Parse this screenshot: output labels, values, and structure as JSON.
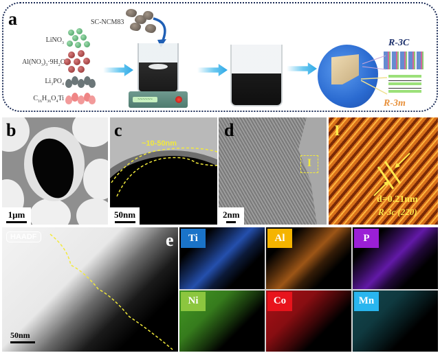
{
  "figure": {
    "panel_a": {
      "letter": "a",
      "precursor_label": "SC-NCM83",
      "reagents": [
        {
          "name": "LiNO3",
          "html": "LiNO<sub>3</sub>",
          "color": "#4fa86b"
        },
        {
          "name": "Al(NO3)3·9H2O",
          "html": "Al(NO<sub>3</sub>)<sub>3</sub>·9H<sub>2</sub>O",
          "color": "#a33a3a"
        },
        {
          "name": "Li3PO4",
          "html": "Li<sub>3</sub>PO<sub>4</sub>",
          "color": "#6b7678"
        },
        {
          "name": "C16H36O4Ti",
          "html": "C<sub>16</sub>H<sub>36</sub>O<sub>4</sub>Ti",
          "color": "#ef8585"
        }
      ],
      "stirrer_display": "~~~~~~",
      "phase_labels": {
        "surface": "R-3C",
        "bulk": "R-3m"
      },
      "colors": {
        "border": "#1a2a55",
        "arrow": "#2ea8e6",
        "particle_shell": "#2e6fd1",
        "particle_core": "#d9c39a",
        "r3c_label": "#1b2f6b",
        "r3m_label": "#e8903a"
      }
    },
    "panel_b": {
      "letter": "b",
      "scale_bar": "1μm"
    },
    "panel_c": {
      "letter": "c",
      "annotation": "~10-50nm",
      "scale_bar": "50nm",
      "annotation_color": "#f2ea3b"
    },
    "panel_d": {
      "letter": "d",
      "roi_label": "I",
      "scale_bar": "2nm"
    },
    "panel_I": {
      "letter": "I",
      "d_spacing": "d=0.21nm",
      "plane": "R-3c (220)",
      "label_color": "#ffe84a"
    },
    "panel_e": {
      "letter": "e",
      "haadf_label": "HAADF",
      "scale_bar": "50nm",
      "eds_maps": [
        {
          "element": "Ti",
          "tag_color": "#1a73c8",
          "signal_color": "#2d63d8"
        },
        {
          "element": "Al",
          "tag_color": "#f5b400",
          "signal_color": "#e07a20"
        },
        {
          "element": "P",
          "tag_color": "#9b1fd6",
          "signal_color": "#7a1fd0"
        },
        {
          "element": "Ni",
          "tag_color": "#8cc63f",
          "signal_color": "#4fb52a"
        },
        {
          "element": "Co",
          "tag_color": "#e8141c",
          "signal_color": "#c8141a"
        },
        {
          "element": "Mn",
          "tag_color": "#29b6ef",
          "signal_color": "#2a9fb0"
        }
      ]
    }
  }
}
